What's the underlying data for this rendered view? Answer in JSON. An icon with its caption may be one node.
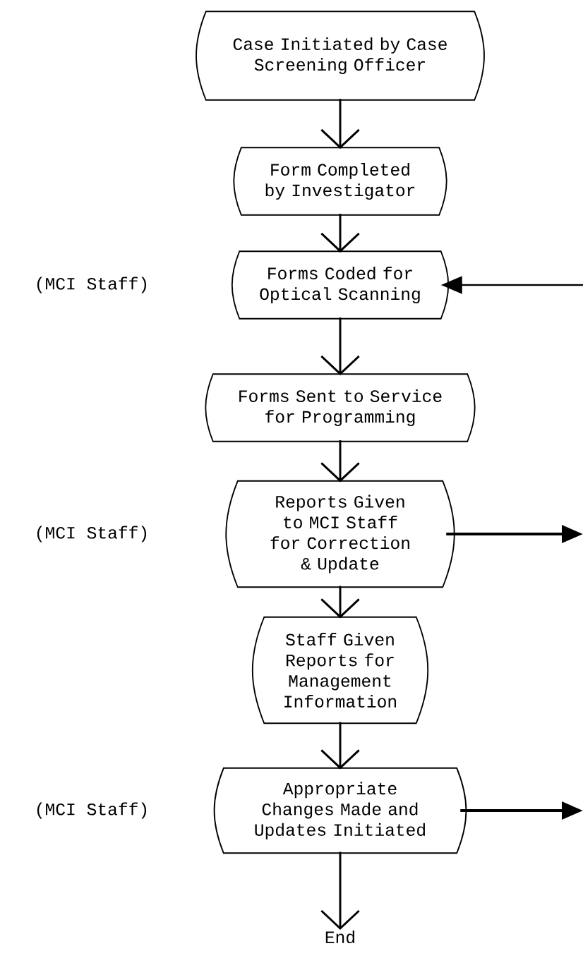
{
  "diagram": {
    "nodes": [
      {
        "text": [
          "Case Initiated by Case Screening Officer"
        ]
      },
      {
        "text": [
          "Form Completed by Investigator"
        ]
      },
      {
        "text": [
          "Forms Coded for Optical Scanning"
        ]
      },
      {
        "text": [
          "Forms Sent to Service for Programming"
        ]
      },
      {
        "text": [
          "Reports Given to MCI Staff for Correction & Update"
        ]
      },
      {
        "text": [
          "Staff Given Reports for Management Information"
        ]
      },
      {
        "text": [
          "Appropriate Changes Made and Updates Initiated"
        ]
      },
      {
        "text": [
          "End"
        ]
      }
    ],
    "edges": [
      {
        "from": 0,
        "to": 1,
        "arrow": "to"
      },
      {
        "from": 1,
        "to": 2,
        "arrow": "to"
      },
      {
        "from": 2,
        "to": 3,
        "arrow": "to"
      },
      {
        "from": 3,
        "to": 4,
        "arrow": "to"
      },
      {
        "from": 4,
        "to": 5,
        "arrow": "to"
      },
      {
        "from": 5,
        "to": 6,
        "arrow": "to"
      },
      {
        "from": 6,
        "to": 7,
        "arrow": "to"
      },
      {
        "from": 4,
        "to": null,
        "arrow": "to"
      },
      {
        "from": 6,
        "to": null,
        "arrow": "to"
      },
      {
        "from": null,
        "to": 2,
        "arrow": "to"
      }
    ],
    "labels": [
      "(MCI Staff)",
      "(MCI Staff)",
      "(MCI Staff)"
    ]
  }
}
